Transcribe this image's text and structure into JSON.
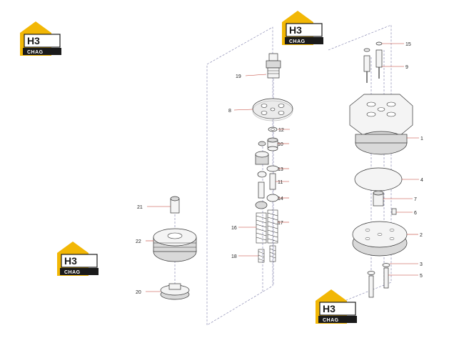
{
  "logos": [
    {
      "id": "logo-top-left",
      "mark": "H3",
      "sub": "CHAG"
    },
    {
      "id": "logo-top-center",
      "mark": "H3",
      "sub": "CHAG"
    },
    {
      "id": "logo-mid-left",
      "mark": "H3",
      "sub": "CHAG"
    },
    {
      "id": "logo-bottom-center",
      "mark": "H3",
      "sub": "CHAG"
    }
  ],
  "colors": {
    "logo_yellow": "#f2b705",
    "logo_black": "#1a1a1a",
    "leader_red": "#c0392b",
    "axis_blue": "#7a7aa8"
  },
  "callouts": [
    {
      "id": "1",
      "label": "1"
    },
    {
      "id": "2",
      "label": "2"
    },
    {
      "id": "3",
      "label": "3"
    },
    {
      "id": "4",
      "label": "4"
    },
    {
      "id": "5",
      "label": "5"
    },
    {
      "id": "6",
      "label": "6"
    },
    {
      "id": "7",
      "label": "7"
    },
    {
      "id": "8",
      "label": "8"
    },
    {
      "id": "9",
      "label": "9"
    },
    {
      "id": "10",
      "label": "10"
    },
    {
      "id": "11",
      "label": "11"
    },
    {
      "id": "12",
      "label": "12"
    },
    {
      "id": "13",
      "label": "13"
    },
    {
      "id": "14",
      "label": "14"
    },
    {
      "id": "15",
      "label": "15"
    },
    {
      "id": "16",
      "label": "16"
    },
    {
      "id": "17",
      "label": "17"
    },
    {
      "id": "18",
      "label": "18"
    },
    {
      "id": "19",
      "label": "19"
    },
    {
      "id": "20",
      "label": "20"
    },
    {
      "id": "21",
      "label": "21"
    },
    {
      "id": "22",
      "label": "22"
    }
  ]
}
